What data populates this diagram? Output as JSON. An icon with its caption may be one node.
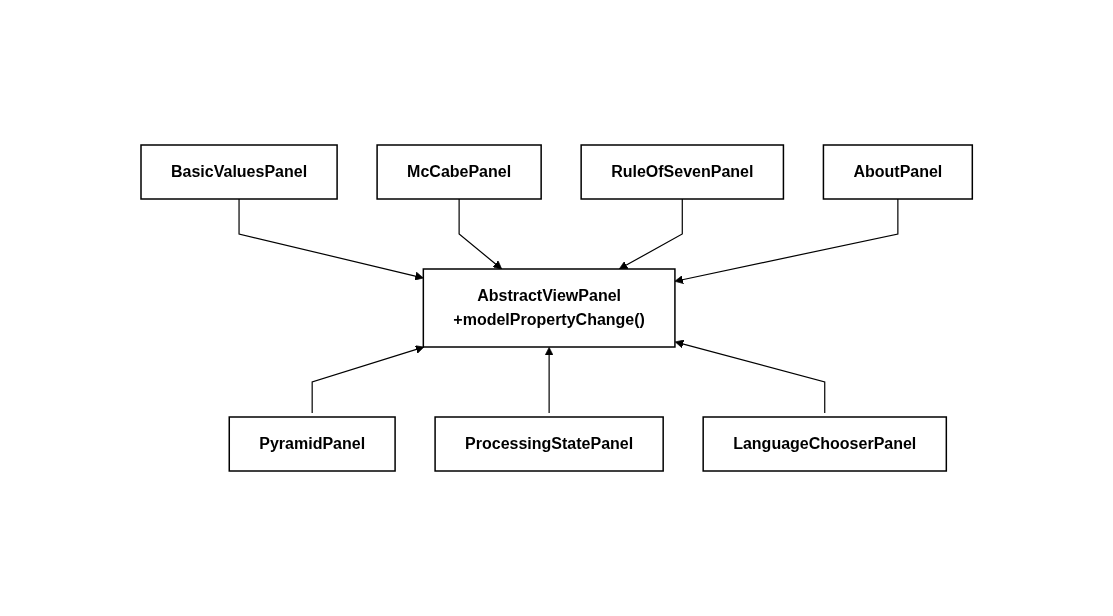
{
  "diagram": {
    "nodes": [
      {
        "text": [
          "BasicValuesPanel"
        ]
      },
      {
        "text": [
          "McCabePanel"
        ]
      },
      {
        "text": [
          "RuleOfSevenPanel"
        ]
      },
      {
        "text": [
          "AbstractViewPanel",
          "+modelPropertyChange()"
        ]
      },
      {
        "text": [
          "AboutPanel"
        ]
      },
      {
        "text": [
          "PyramidPanel"
        ]
      },
      {
        "text": [
          "ProcessingStatePanel"
        ]
      },
      {
        "text": [
          "LanguageChooserPanel"
        ]
      }
    ],
    "edges": [
      {
        "from": 0,
        "to": 3,
        "arrow": "to"
      },
      {
        "from": 1,
        "to": 3,
        "arrow": "to"
      },
      {
        "from": 2,
        "to": 3,
        "arrow": "to"
      },
      {
        "from": 4,
        "to": 3,
        "arrow": "to"
      },
      {
        "from": 5,
        "to": 3,
        "arrow": "to"
      },
      {
        "from": 6,
        "to": 3,
        "arrow": "to"
      },
      {
        "from": 7,
        "to": 3,
        "arrow": "to"
      }
    ]
  }
}
